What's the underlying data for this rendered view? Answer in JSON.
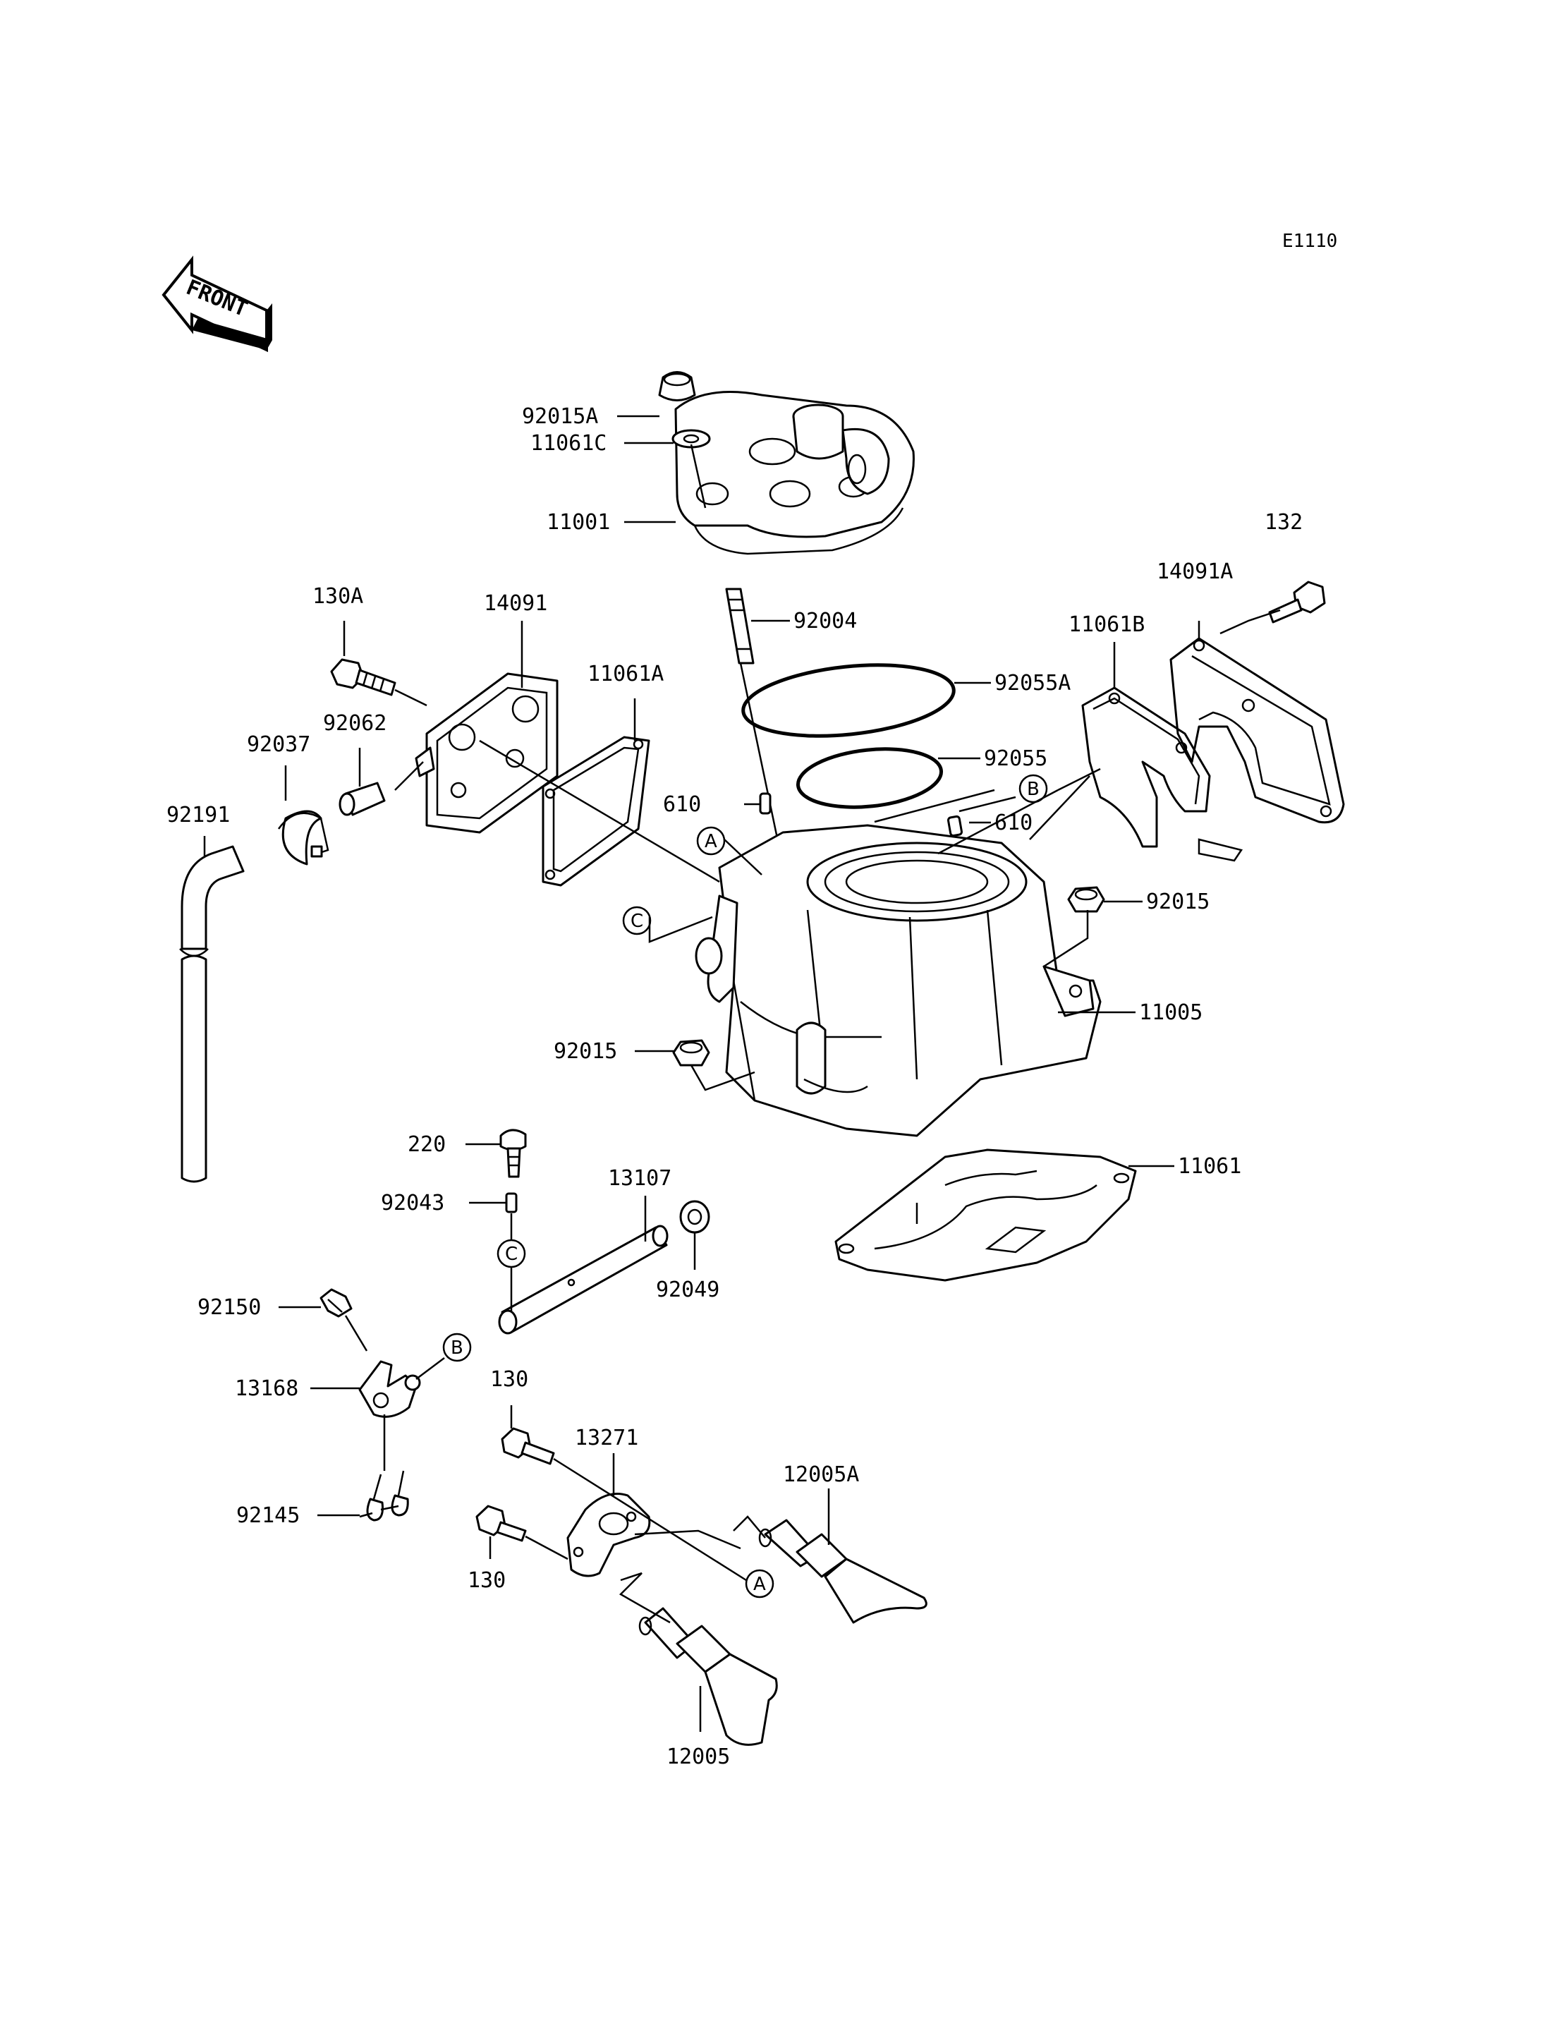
{
  "diagram_code": "E1110",
  "front_arrow_label": "FRONT",
  "parts": {
    "p92015A": "92015A",
    "p11061C": "11061C",
    "p11001": "11001",
    "p132": "132",
    "p14091A": "14091A",
    "p11061B": "11061B",
    "p130A": "130A",
    "p14091": "14091",
    "p92004": "92004",
    "p11061A": "11061A",
    "p92055A": "92055A",
    "p92062": "92062",
    "p92037": "92037",
    "p92191": "92191",
    "p92055": "92055",
    "p610a": "610",
    "p610b": "610",
    "p92015a": "92015",
    "p92015b": "92015",
    "p11005": "11005",
    "p220": "220",
    "p11061": "11061",
    "p13107": "13107",
    "p92043": "92043",
    "p92049": "92049",
    "p92150": "92150",
    "p13168": "13168",
    "p130a": "130",
    "p13271": "13271",
    "p12005A": "12005A",
    "p92145": "92145",
    "p130b": "130",
    "p12005": "12005"
  },
  "refs": {
    "A": "A",
    "B": "B",
    "C": "C"
  }
}
